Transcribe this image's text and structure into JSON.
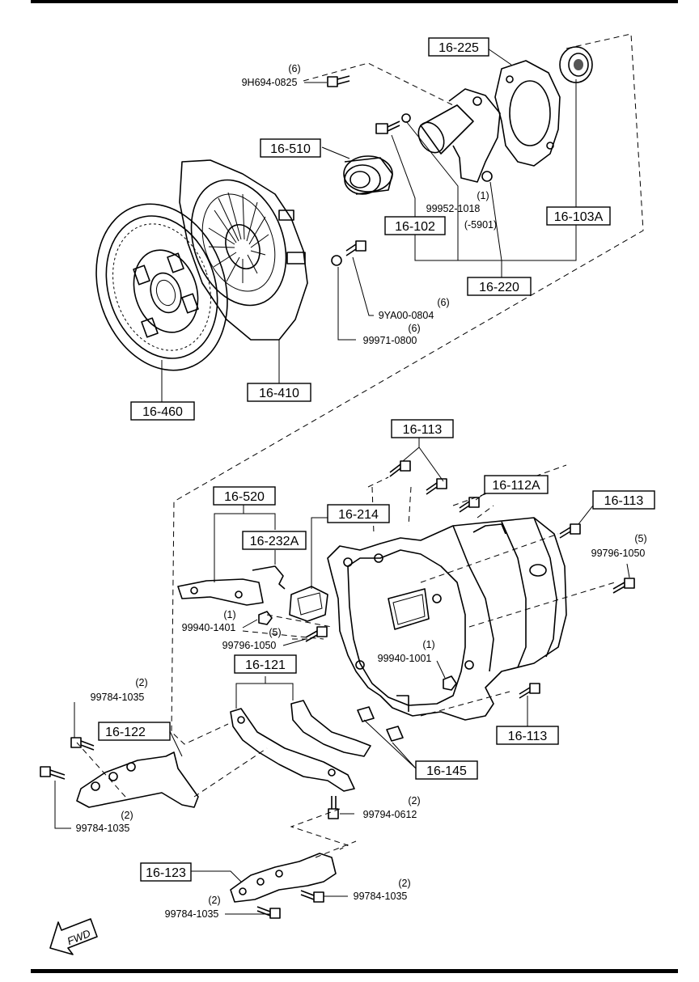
{
  "labels": {
    "p16_225": "16-225",
    "p16_510": "16-510",
    "p16_102": "16-102",
    "p16_103A": "16-103A",
    "p16_220": "16-220",
    "p16_460": "16-460",
    "p16_410": "16-410",
    "p16_113_top": "16-113",
    "p16_112A": "16-112A",
    "p16_113_right": "16-113",
    "p16_520": "16-520",
    "p16_232A": "16-232A",
    "p16_214": "16-214",
    "p16_121": "16-121",
    "p16_122": "16-122",
    "p16_113_bottom": "16-113",
    "p16_145": "16-145",
    "p16_123": "16-123"
  },
  "fasteners": {
    "f_9H694": {
      "qty": "(6)",
      "code": "9H694-0825"
    },
    "f_99952": {
      "qty": "(1)",
      "code": "99952-1018",
      "note": "(-5901)"
    },
    "f_9YA00": {
      "qty": "(6)",
      "code": "9YA00-0804"
    },
    "f_99971": {
      "qty": "(6)",
      "code": "99971-0800"
    },
    "f_99796_right": {
      "qty": "(5)",
      "code": "99796-1050"
    },
    "f_99940_1401": {
      "qty": "(1)",
      "code": "99940-1401"
    },
    "f_99796_left": {
      "qty": "(5)",
      "code": "99796-1050"
    },
    "f_99940_1001": {
      "qty": "(1)",
      "code": "99940-1001"
    },
    "f_99784_a": {
      "qty": "(2)",
      "code": "99784-1035"
    },
    "f_99784_b": {
      "qty": "(2)",
      "code": "99784-1035"
    },
    "f_99794": {
      "qty": "(2)",
      "code": "99794-0612"
    },
    "f_99784_c": {
      "qty": "(2)",
      "code": "99784-1035"
    },
    "f_99784_d": {
      "qty": "(2)",
      "code": "99784-1035"
    }
  },
  "fwd_label": "FWD"
}
